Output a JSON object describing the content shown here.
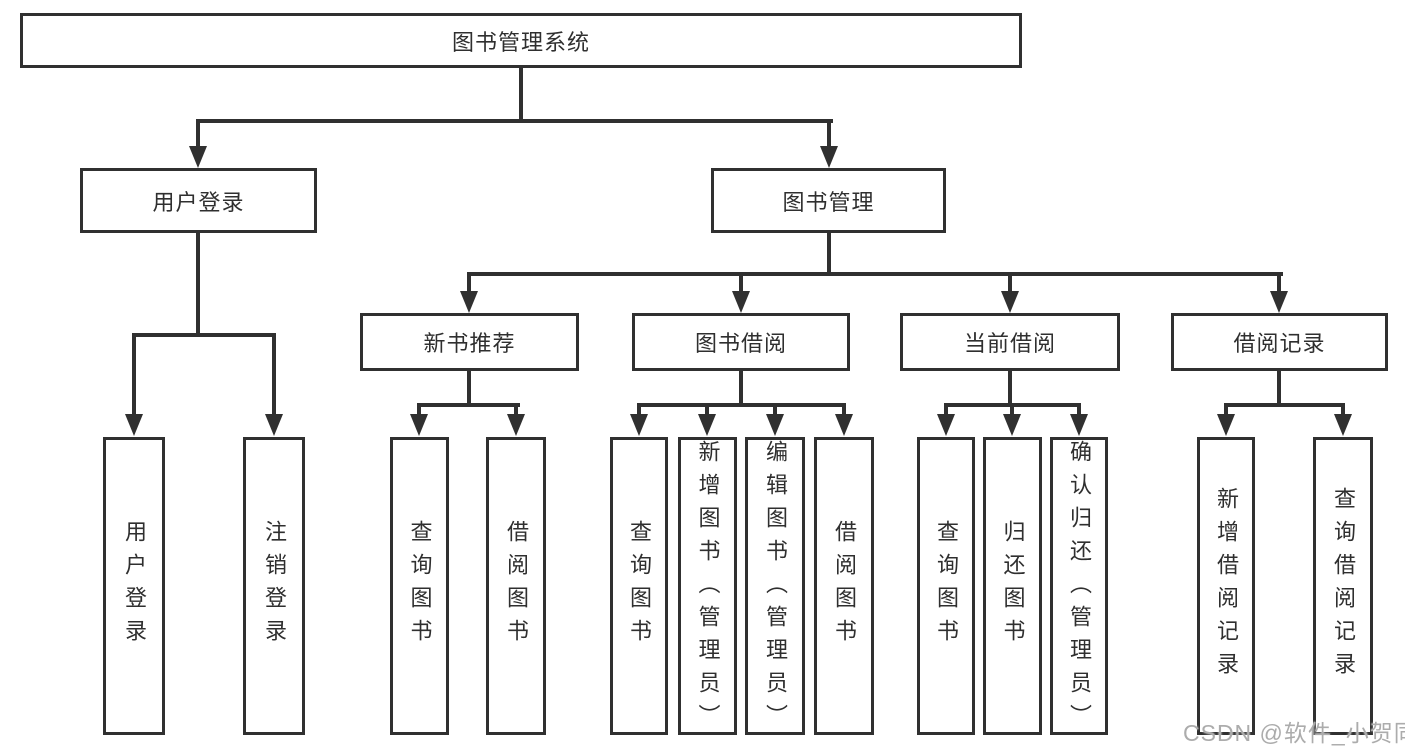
{
  "tree": {
    "label": "图书管理系统",
    "children": [
      {
        "label": "用户登录",
        "children": [
          {
            "label": "用户登录"
          },
          {
            "label": "注销登录"
          }
        ]
      },
      {
        "label": "图书管理",
        "children": [
          {
            "label": "新书推荐",
            "children": [
              {
                "label": "查询图书"
              },
              {
                "label": "借阅图书"
              }
            ]
          },
          {
            "label": "图书借阅",
            "children": [
              {
                "label": "查询图书"
              },
              {
                "label": "新增图书（管理员）"
              },
              {
                "label": "编辑图书（管理员）"
              },
              {
                "label": "借阅图书"
              }
            ]
          },
          {
            "label": "当前借阅",
            "children": [
              {
                "label": "查询图书"
              },
              {
                "label": "归还图书"
              },
              {
                "label": "确认归还（管理员）"
              }
            ]
          },
          {
            "label": "借阅记录",
            "children": [
              {
                "label": "新增借阅记录"
              },
              {
                "label": "查询借阅记录"
              }
            ]
          }
        ]
      }
    ]
  },
  "watermark": "CSDN @软件_小贺同学",
  "colors": {
    "line": "#303030",
    "text": "#2f2f2f",
    "watermark": "#acacac",
    "background": "#ffffff"
  }
}
